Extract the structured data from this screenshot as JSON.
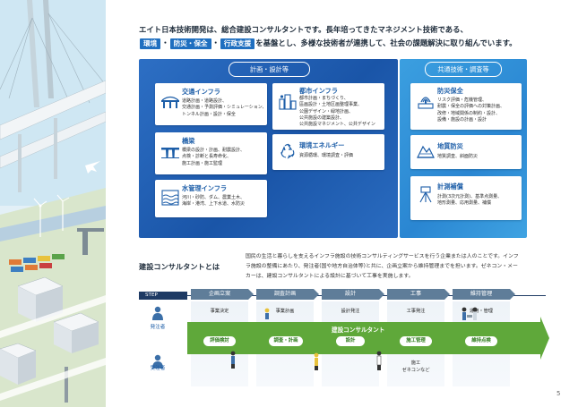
{
  "intro": {
    "line1": "エイト日本技術開発は、総合建設コンサルタントです。長年培ってきたマネジメント技術である、",
    "chip1": "環境",
    "sep1": "・",
    "chip2": "防災・保全",
    "sep2": "・",
    "chip3": "行政支援",
    "line2_rest": "を基盤とし、多様な技術者が連携して、社会の課題解決に取り組んでいます。"
  },
  "colors": {
    "accent_blue": "#1f6fc0",
    "panel_blue": "#1a55a8",
    "panel_light_blue": "#2a86d2",
    "green": "#5fa83a",
    "navy": "#1e3a64"
  },
  "panel_planning": {
    "title": "計画・設計等",
    "cards": [
      {
        "icon": "bridge-road-icon",
        "title": "交通インフラ",
        "lines": [
          "道路計画・道路設計、",
          "交通計画・予測評価・シミュレーション、",
          "トンネル計画・設計・保全"
        ]
      },
      {
        "icon": "city-buildings-icon",
        "title": "都市インフラ",
        "lines": [
          "都市計画・まちづくり、",
          "區画設計・土地区画整理事業、",
          "公園デザイン・緑地計画、",
          "公共施設の建築設計、",
          "公共施設マネジメント、公共デザイン"
        ]
      },
      {
        "icon": "bridge-icon",
        "title": "橋梁",
        "lines": [
          "橋梁の設計・計画、耐震設計、",
          "点検・診断と長寿命化、",
          "施工計画・施工監理"
        ]
      },
      {
        "icon": "recycle-icon",
        "title": "環境エネルギー",
        "lines": [
          "資源循環、環境調査・評価"
        ]
      },
      {
        "icon": "water-icon",
        "title": "水管理インフラ",
        "lines": [
          "河川・砂防、ダム、農業土木、",
          "海岸・港湾、上下水道、水防災"
        ]
      }
    ]
  },
  "panel_common": {
    "title": "共通技術・調査等",
    "cards": [
      {
        "icon": "disaster-prevention-icon",
        "title": "防災保全",
        "lines": [
          "リスク評価・危機管理、",
          "耐震・保全の評価への対策計画、",
          "改修・地域関係の制約・設計、",
          "設備・施設の計画・設計"
        ]
      },
      {
        "icon": "ground-icon",
        "title": "地質防災",
        "lines": [
          "地質調査、斜面防災"
        ]
      },
      {
        "icon": "survey-icon",
        "title": "計測補償",
        "lines": [
          "計測(3次元計測)、基準点測量、",
          "地形測量、応用測量、補償"
        ]
      }
    ]
  },
  "consultant": {
    "title": "建設コンサルタントとは",
    "desc": [
      "国民の生活と暮らしを支えるインフラ施設の技術コンサルティングサービスを行う企業または人のことです。インフ",
      "ラ施設の整備にあたり、発注者(国や地方自治体等)と共に、企画立案から維持管理までを担います。ゼネコン・メー",
      "カーは、建設コンサルタントによる設計に基づいて工事を実施します。"
    ]
  },
  "flow": {
    "step_label": "STEP",
    "stages": [
      "企画立案",
      "調査計画",
      "設計",
      "工事",
      "維持管理"
    ],
    "owner_tasks": [
      "事業決定",
      "事業計画",
      "設計発注",
      "工事発注",
      "運用・管理"
    ],
    "consultant_label": "建設コンサルタント",
    "consultant_tasks": [
      "評価検討",
      "調査・計画",
      "設計",
      "施工管理",
      "維持点検"
    ],
    "contractor_line1": "施工",
    "contractor_line2": "ゼネコンなど",
    "role_owner": "発注者",
    "role_contractor": "受注者"
  },
  "page_number": "5"
}
